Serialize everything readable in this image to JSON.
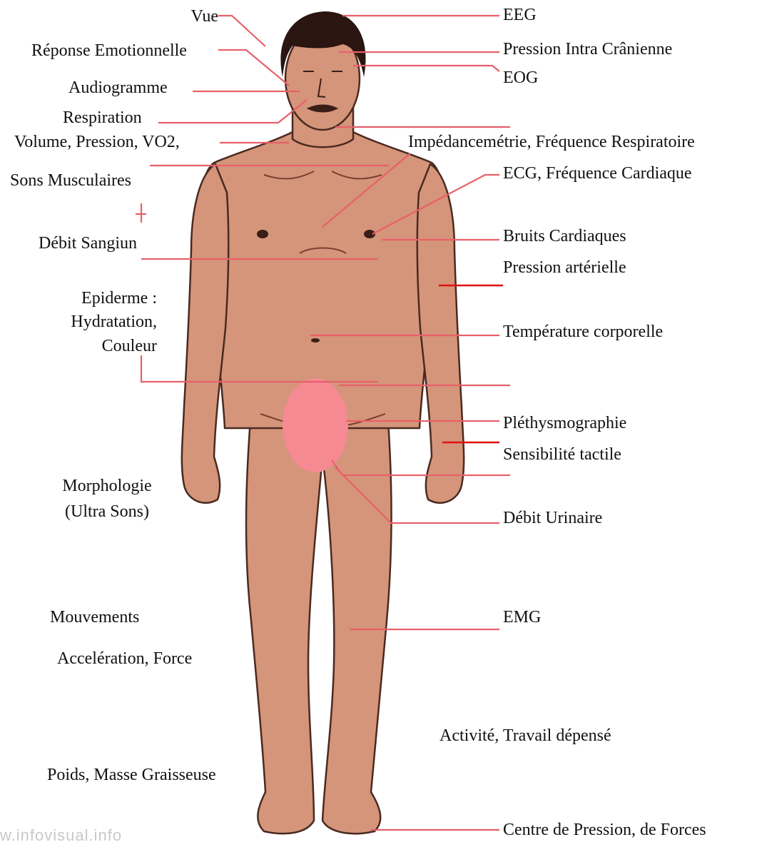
{
  "labels_left": {
    "vue": "Vue",
    "reponse": "Réponse Emotionnelle",
    "audiogramme": "Audiogramme",
    "respiration": "Respiration",
    "volume": "Volume, Pression, VO2,",
    "sons": "Sons Musculaires",
    "debit_sang": "Débit Sangiun",
    "epiderme_1": "Epiderme :",
    "epiderme_2": "Hydratation,",
    "epiderme_3": "Couleur",
    "morpho_1": "Morphologie",
    "morpho_2": "(Ultra Sons)",
    "mouvements": "Mouvements",
    "acceleration": "Accelération, Force",
    "poids": "Poids, Masse Graisseuse"
  },
  "labels_right": {
    "eeg": "EEG",
    "pression_ic": "Pression Intra Crânienne",
    "eog": "EOG",
    "impedance": "Impédancemétrie, Fréquence Respiratoire",
    "ecg": "ECG, Fréquence Cardiaque",
    "bruits": "Bruits Cardiaques",
    "pression_art": "Pression artérielle",
    "temperature": "Température corporelle",
    "plethysmo": "Pléthysmographie",
    "sensibilite": "Sensibilité tactile",
    "debit_urinaire": "Débit Urinaire",
    "emg": "EMG",
    "activite": "Activité, Travail dépensé",
    "centre": "Centre de Pression, de Forces"
  },
  "watermark": "w.infovisual.info",
  "colors": {
    "skin": "#d4957a",
    "skin_shadow": "#a86450",
    "outline": "#4a2a20",
    "hair": "#2a1510",
    "line": "#e8606a",
    "line_strong": "#e01010",
    "censor": "#f58a93"
  }
}
